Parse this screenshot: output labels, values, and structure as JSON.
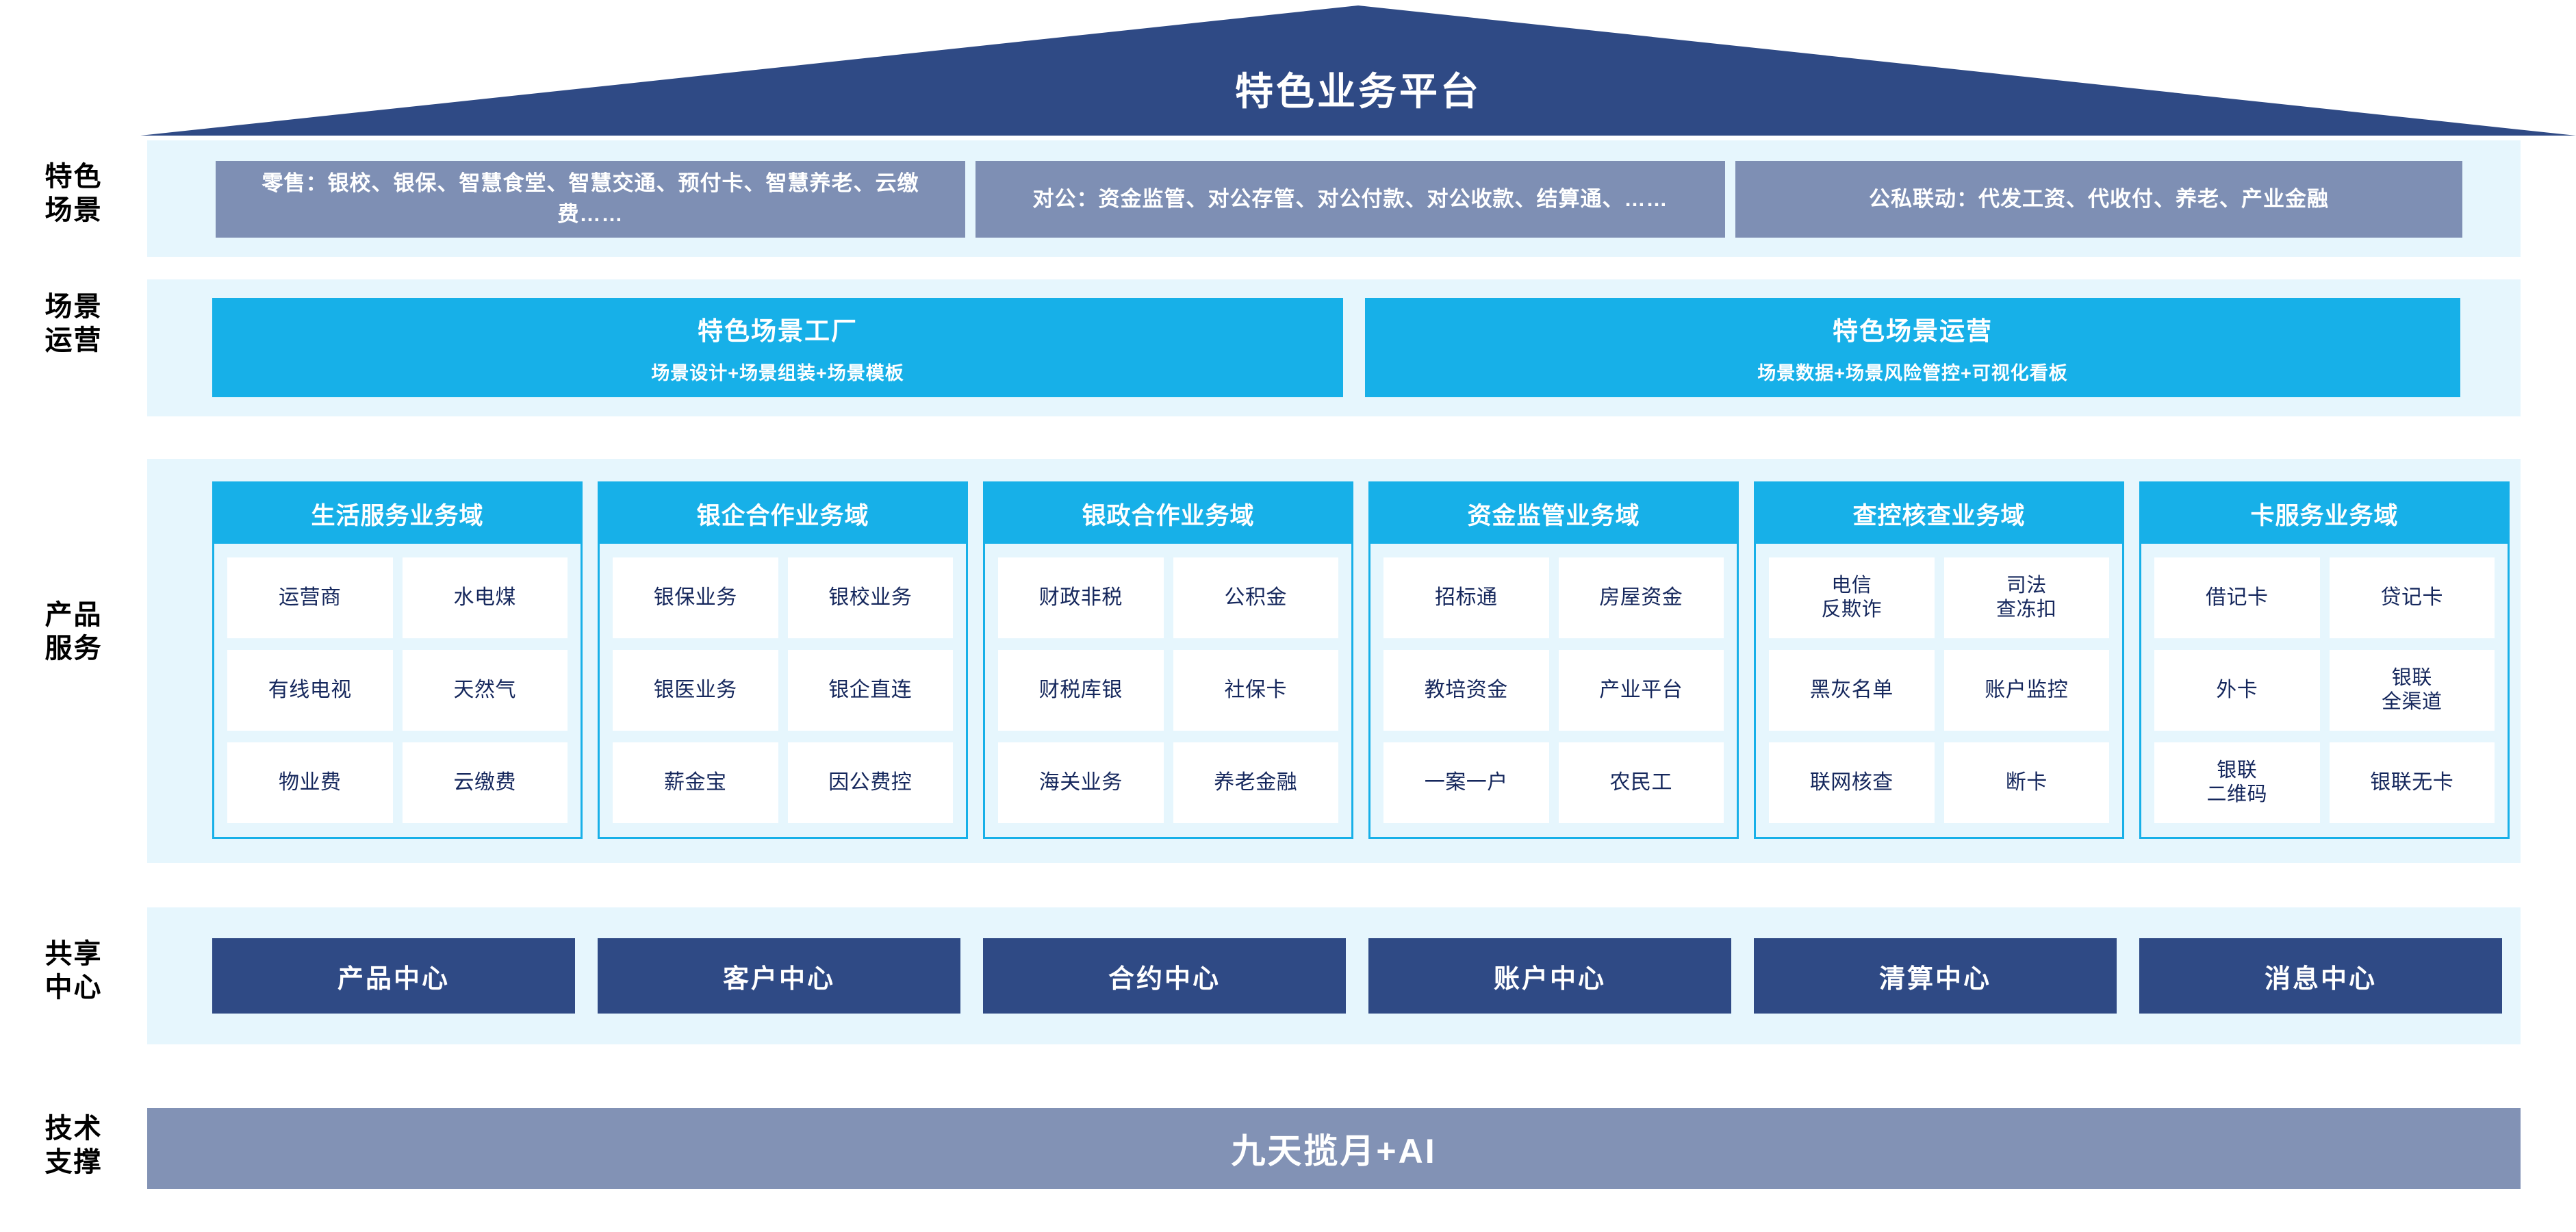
{
  "header": {
    "title": "特色业务平台",
    "roof_color": "#2f4a85"
  },
  "rail": {
    "labels": [
      {
        "line1": "特色",
        "line2": "场景"
      },
      {
        "line1": "场景",
        "line2": "运营"
      },
      {
        "line1": "产品",
        "line2": "服务"
      },
      {
        "line1": "共享",
        "line2": "中心"
      },
      {
        "line1": "技术",
        "line2": "支撑"
      }
    ]
  },
  "scenes": {
    "boxes": [
      {
        "text": "零售：银校、银保、智慧食堂、智慧交通、预付卡、智慧养老、云缴费……"
      },
      {
        "text": "对公：资金监管、对公存管、对公付款、对公收款、结算通、……"
      },
      {
        "text": "公私联动：代发工资、代收付、养老、产业金融"
      }
    ],
    "box_color": "#7e8fb4"
  },
  "operations": {
    "boxes": [
      {
        "title": "特色场景工厂",
        "subtitle": "场景设计+场景组装+场景模板"
      },
      {
        "title": "特色场景运营",
        "subtitle": "场景数据+场景风险管控+可视化看板"
      }
    ],
    "box_color": "#17b0e8"
  },
  "domains": [
    {
      "title": "生活服务业务域",
      "cells": [
        "运营商",
        "水电煤",
        "有线电视",
        "天然气",
        "物业费",
        "云缴费"
      ]
    },
    {
      "title": "银企合作业务域",
      "cells": [
        "银保业务",
        "银校业务",
        "银医业务",
        "银企直连",
        "薪金宝",
        "因公费控"
      ]
    },
    {
      "title": "银政合作业务域",
      "cells": [
        "财政非税",
        "公积金",
        "财税库银",
        "社保卡",
        "海关业务",
        "养老金融"
      ]
    },
    {
      "title": "资金监管业务域",
      "cells": [
        "招标通",
        "房屋资金",
        "教培资金",
        "产业平台",
        "一案一户",
        "农民工"
      ]
    },
    {
      "title": "查控核查业务域",
      "cells": [
        "电信\n反欺诈",
        "司法\n查冻扣",
        "黑灰名单",
        "账户监控",
        "联网核查",
        "断卡"
      ]
    },
    {
      "title": "卡服务业务域",
      "cells": [
        "借记卡",
        "贷记卡",
        "外卡",
        "银联\n全渠道",
        "银联\n二维码",
        "银联无卡"
      ]
    }
  ],
  "centers": {
    "boxes": [
      "产品中心",
      "客户中心",
      "合约中心",
      "账户中心",
      "清算中心",
      "消息中心"
    ],
    "box_color": "#2f4a85"
  },
  "tech": {
    "label": "九天揽月+AI",
    "bar_color": "#8292b5"
  },
  "palette": {
    "panel_bg": "#e6f6fd",
    "cyan": "#17b0e8",
    "navy": "#2f4a85",
    "slate": "#7e8fb4",
    "text_navy": "#15275c"
  }
}
